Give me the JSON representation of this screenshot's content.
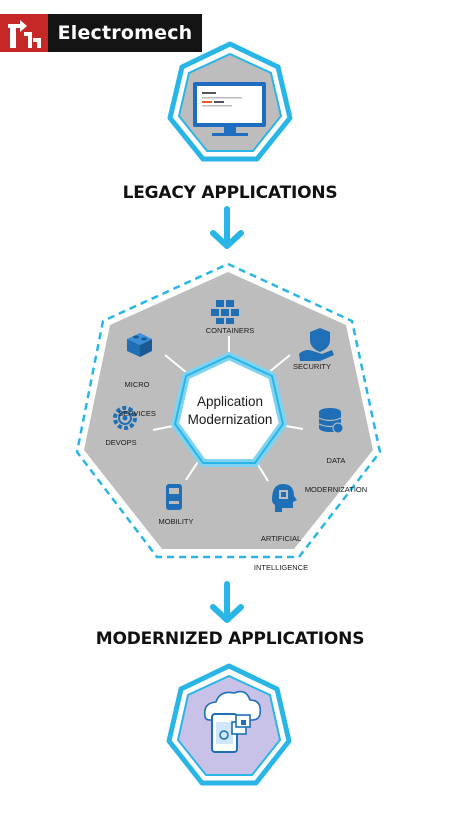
{
  "brand": {
    "name": "Electromech",
    "mark_color": "#c62828"
  },
  "headings": {
    "legacy": "LEGACY APPLICATIONS",
    "modernized": "MODERNIZED APPLICATIONS"
  },
  "center": {
    "line1": "Application",
    "line2": "Modernization"
  },
  "services": {
    "containers": "CONTAINERS",
    "security": "SECURITY",
    "data_line1": "DATA",
    "data_line2": "MODERNIZATION",
    "ai_line1": "ARTIFICIAL",
    "ai_line2": "INTELLIGENCE",
    "mobility": "MOBILITY",
    "devops": "DEVOPS",
    "micro_line1": "MICRO",
    "micro_line2": "SERVICES"
  },
  "colors": {
    "accent": "#29b6e6",
    "hex_fill": "#bdbdbd",
    "icon": "#1e6fb5",
    "modern_fill": "#c9c2e8"
  },
  "icons": [
    "monitor-icon",
    "arrow-down-icon",
    "cubes-icon",
    "shield-hand-icon",
    "database-icon",
    "brain-chip-icon",
    "phone-icon",
    "gear-icon",
    "lego-block-icon",
    "cloud-devices-icon"
  ]
}
